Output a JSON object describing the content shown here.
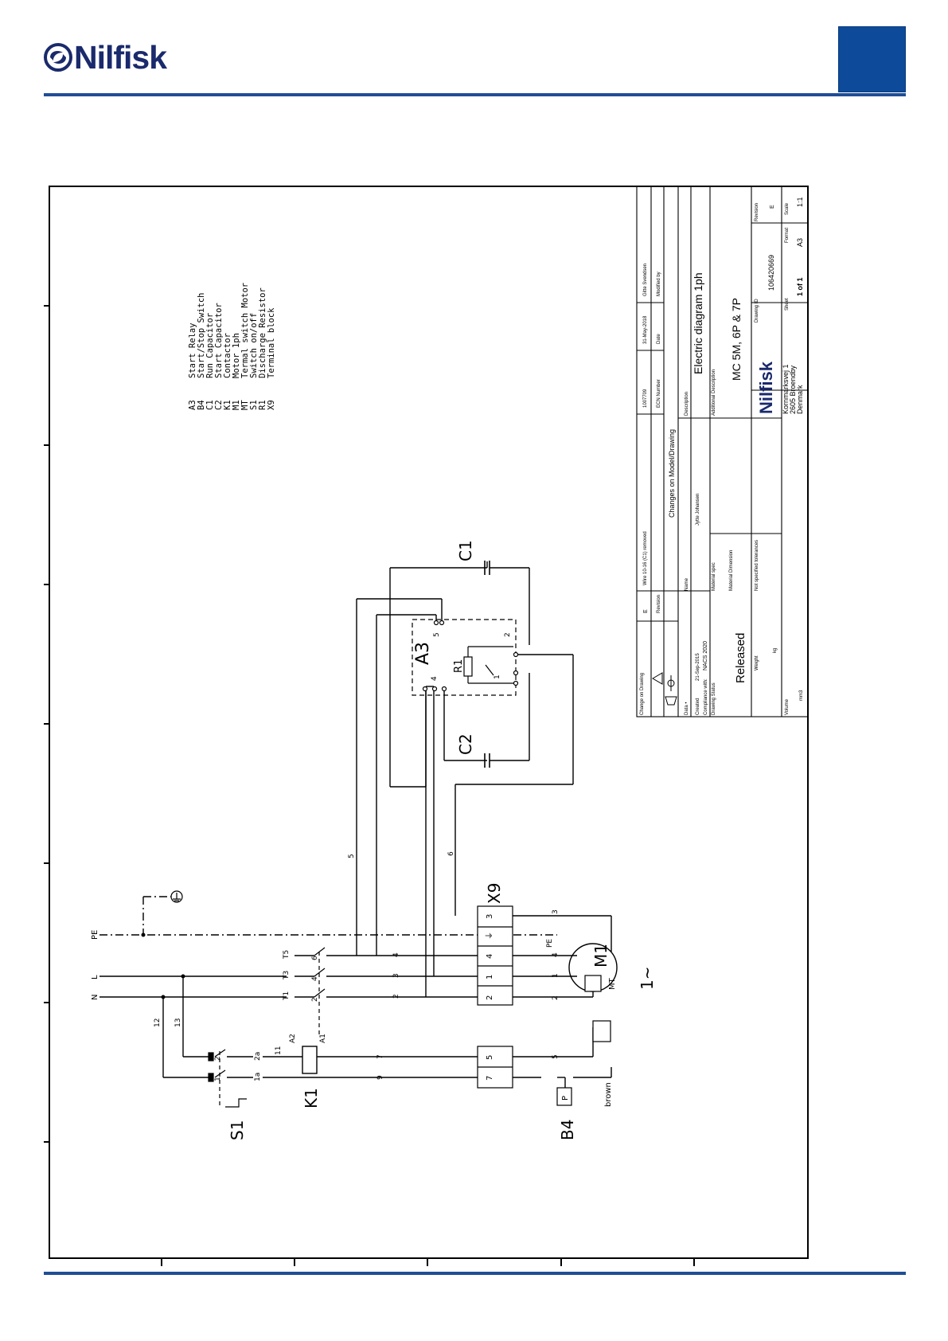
{
  "header": {
    "brand": "Nilfisk"
  },
  "legend": {
    "items": [
      {
        "code": "A3",
        "text": "Start Relay"
      },
      {
        "code": "B4",
        "text": "Start/Stop Switch"
      },
      {
        "code": "C1",
        "text": "Run Capacitor"
      },
      {
        "code": "C2",
        "text": "Start Capacitor"
      },
      {
        "code": "K1",
        "text": "Contactor"
      },
      {
        "code": "M1",
        "text": "Motor 1ph"
      },
      {
        "code": "MT",
        "text": "Termal switch Motor"
      },
      {
        "code": "S1",
        "text": "Switch on/off"
      },
      {
        "code": "R1",
        "text": "Discharge Resistor"
      },
      {
        "code": "X9",
        "text": "Terminal block"
      }
    ]
  },
  "schematic": {
    "components": {
      "c1": "C1",
      "c2": "C2",
      "a3": "A3",
      "r1": "R1",
      "x9": "X9",
      "m1": "M1",
      "mt": "MT",
      "k1": "K1",
      "s1": "S1",
      "b4": "B4",
      "phase": "1~",
      "brown": "brown",
      "p": "P"
    },
    "lines": {
      "pe": "PE",
      "l": "L",
      "n": "N"
    },
    "wires": {
      "w5": "5",
      "w6": "6",
      "w4": "4",
      "w3": "3",
      "w1": "1",
      "w2": "2",
      "w7": "7",
      "w9": "9",
      "w12": "12",
      "w13": "13",
      "w11": "11",
      "pe2": "PE"
    },
    "relay_pins": {
      "p1": "1",
      "p2": "2",
      "p4": "4",
      "p5": "5"
    },
    "contacts": {
      "t1": "T1",
      "t3": "T3",
      "t5": "T5",
      "l1": "1",
      "l2": "2",
      "l3": "3",
      "l4": "4",
      "l6": "6",
      "a1": "A1",
      "a2": "A2",
      "s1a": "1a",
      "s2a": "2a",
      "s1": "1",
      "s2": "2"
    },
    "terminals": [
      "3",
      "⏚",
      "4",
      "1",
      "2"
    ],
    "terminals_lower": [
      "5",
      "7"
    ]
  },
  "title_block": {
    "change_on_drawing_label": "Change on Drawing",
    "revision_letter": "E",
    "change_text": "Wire 10-16 (C1) removed",
    "ecn_number": "1007709",
    "date": "31-May-2018",
    "modified_by": "Gitte Svendsen",
    "revision_label": "Revision",
    "ecn_label": "ECN Number",
    "date_label": "Date",
    "modified_by_label": "Modified by",
    "changes_header": "Changes on Model/Drawing",
    "data_label": "Data •",
    "name_label": "Name",
    "description_label": "Description",
    "created_label": "Created",
    "created_date": "21-Sep-2015",
    "created_by": "Jytte Johansen",
    "compliance_label": "Compliance with:",
    "compliance_value": "NACS 2020",
    "drawing_status_label": "Drawing Status",
    "material_spec_label": "Material spec",
    "additional_description_label": "Additional Description",
    "description_value": "Electric diagram 1ph",
    "additional_value": "MC 5M, 6P & 7P",
    "status_value": "Released",
    "material_dimension_label": "Material Dimension",
    "not_specified_label": "Not specified tolerances",
    "weight_label": "Weight",
    "weight_unit": "kg",
    "volume_label": "Volume",
    "volume_unit": "mm3",
    "company": "Nilfisk",
    "address_1": "Kornmarksvej 1",
    "address_2": "2605 Broendby",
    "address_3": "Denmark",
    "drawing_id_label": "Drawing ID",
    "drawing_id": "106420669",
    "revision_label_2": "Revision",
    "revision_value": "E",
    "sheet_label": "Sheet",
    "sheet_value": "1 of 1",
    "format_label": "Format",
    "format_value": "A3",
    "scale_label": "Scale",
    "scale_value": "1:1"
  },
  "colors": {
    "brand_blue": "#1a2a6c",
    "rule_blue": "#1f4e95",
    "box_blue": "#0d4a9a"
  }
}
